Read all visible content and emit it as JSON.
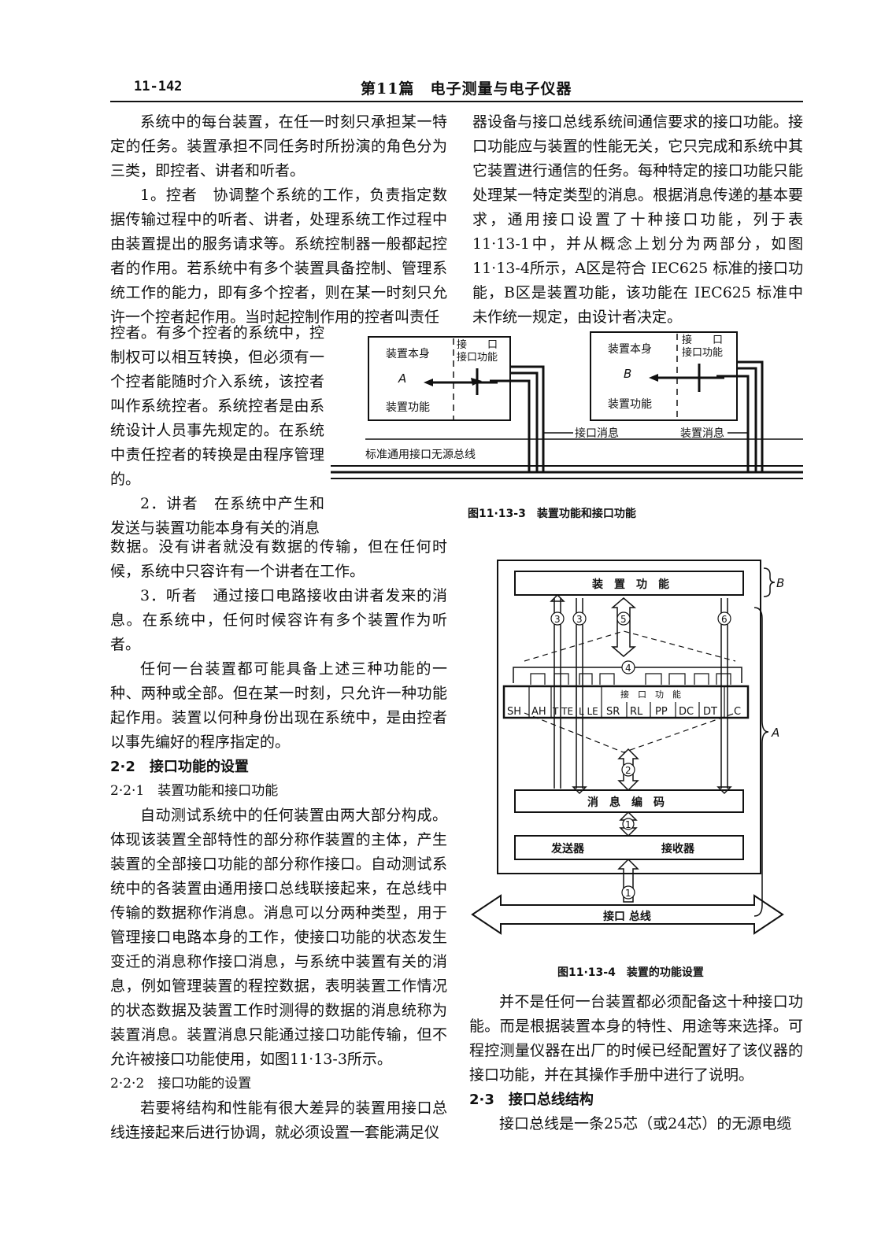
{
  "header": {
    "page_number": "11-142",
    "title": "第11篇　电子测量与电子仪器"
  },
  "left": {
    "p1": "系统中的每台装置，在任一时刻只承担某一特定的任务。装置承担不同任务时所扮演的角色分为三类，即控者、讲者和听者。",
    "p2": "1。控者　协调整个系统的工作，负责指定数据传输过程中的听者、讲者，处理系统工作过程中由装置提出的服务请求等。系统控制器一般都起控者的作用。若系统中有多个装置具备控制、管理系统工作的能力，即有多个控者，则在某一时刻只允许一个控者起作用。当时起控制作用的控者叫责任",
    "p2b": "控者。有多个控者的系统中，控制权可以相互转换，但必须有一个控者能随时介入系统，该控者叫作系统控者。系统控者是由系统设计人员事先规定的。在系统中责任控者的转换是由程序管理的。",
    "p3a": "2．讲者　在系统中产生和发送与装置功能本身有关的消息",
    "p3b": "数据。没有讲者就没有数据的传输，但在任何时候，系统中只容许有一个讲者在工作。",
    "p4": "3．听者　通过接口电路接收由讲者发来的消息。在系统中，任何时候容许有多个装置作为听者。",
    "p5": "任何一台装置都可能具备上述三种功能的一种、两种或全部。但在某一时刻，只允许一种功能起作用。装置以何种身份出现在系统中，是由控者以事先编好的程序指定的。",
    "h_22": "2·2　接口功能的设置",
    "h_221": "2·2·1　装置功能和接口功能",
    "p6": "自动测试系统中的任何装置由两大部分构成。体现该装置全部特性的部分称作装置的主体，产生装置的全部接口功能的部分称作接口。自动测试系统中的各装置由通用接口总线联接起来，在总线中传输的数据称作消息。消息可以分两种类型，用于管理接口电路本身的工作，使接口功能的状态发生变迁的消息称作接口消息，与系统中装置有关的消息，例如管理装置的程控数据，表明装置工作情况的状态数据及装置工作时测得的数据的消息统称为装置消息。装置消息只能通过接口功能传输，但不允许被接口功能使用，如图11·13-3所示。",
    "h_222": "2·2·2　接口功能的设置",
    "p7": "若要将结构和性能有很大差异的装置用接口总线连接起来后进行协调，就必须设置一套能满足仪"
  },
  "right": {
    "p1": "器设备与接口总线系统间通信要求的接口功能。接口功能应与装置的性能无关，它只完成和系统中其它装置进行通信的任务。每种特定的接口功能只能处理某一特定类型的消息。根据消息传递的基本要求，通用接口设置了十种接口功能，列于表11·13-1中，并从概念上划分为两部分，如图11·13-4所示，A区是符合 IEC625 标准的接口功能，B区是装置功能，该功能在 IEC625 标准中未作统一规定，由设计者决定。",
    "p2": "并不是任何一台装置都必须配备这十种接口功能。而是根据装置本身的特性、用途等来选择。可程控测量仪器在出厂的时候已经配置好了该仪器的接口功能，并在其操作手册中进行了说明。",
    "h_23": "2·3　接口总线结构",
    "p3": "接口总线是一条25芯（或24芯）的无源电缆"
  },
  "fig3": {
    "caption": "图11·13-3　装置功能和接口功能",
    "device_a_top": "装置本身",
    "device_a_letter": "A",
    "device_a_bottom": "装置功能",
    "device_b_top": "装置本身",
    "device_b_letter": "B",
    "device_b_bottom": "装置功能",
    "iface_line1": "接　　口",
    "iface_line2": "接口功能",
    "label_iface_msg": "接口消息",
    "label_dev_msg": "装置消息",
    "bus_label": "标准通用接口无源总线"
  },
  "fig4": {
    "caption": "图11·13-4　装置的功能设置",
    "device_function": "装　置　功　能",
    "message_encoding": "消　息　编　码",
    "transmitter": "发送器",
    "receiver": "接收器",
    "bus": "接口  总线",
    "iface_funcs_label": "接　口　功　能",
    "zone_a": "A",
    "zone_b": "B",
    "functions": [
      "SH",
      "AH",
      "T TE",
      "L LE",
      "SR",
      "RL",
      "PP",
      "DC",
      "DT",
      "C"
    ],
    "num_1": "1",
    "num_2": "2",
    "num_3": "3",
    "num_4": "4",
    "num_5": "5",
    "num_6": "6"
  }
}
